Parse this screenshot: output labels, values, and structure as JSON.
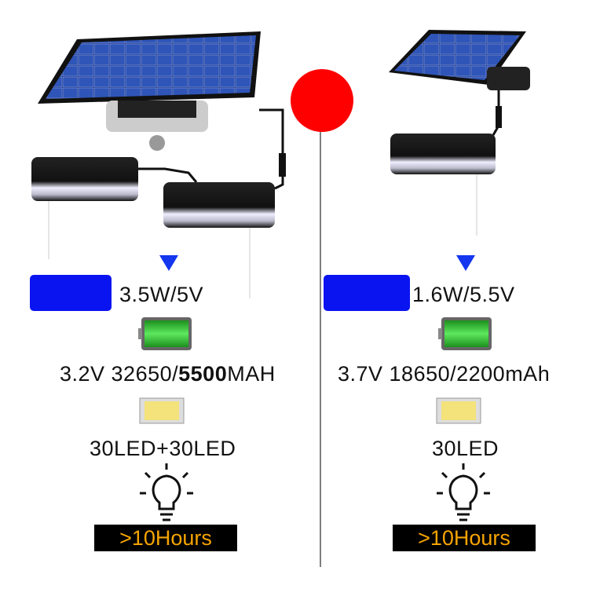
{
  "left": {
    "power": "3.5W/5V",
    "battery": "3.2V 32650/",
    "battery_bold": "5500",
    "battery_unit": "MAH",
    "leds": "30LED+30LED",
    "hours": ">10Hours"
  },
  "right": {
    "power": "1.6W/5.5V",
    "battery": "3.7V 18650/2200mAh",
    "leds": "30LED",
    "hours": ">10Hours"
  },
  "colors": {
    "accent_blue": "#0a14f0",
    "hours_text": "#f7a400",
    "dot": "#ff0000",
    "battery_green": "#2fbf2f"
  }
}
